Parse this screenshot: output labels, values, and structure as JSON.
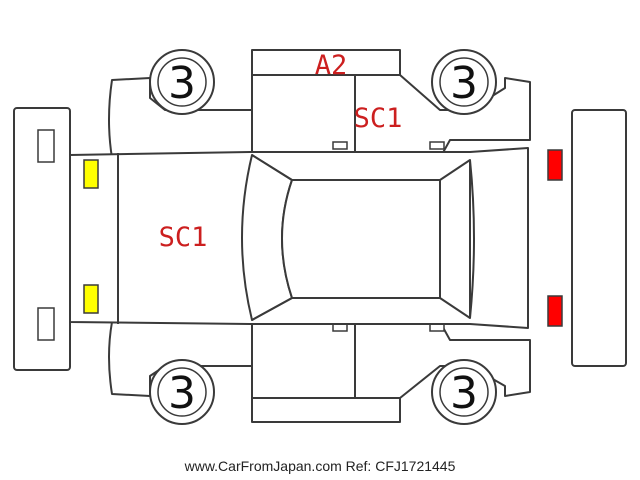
{
  "diagram": {
    "damage_codes": {
      "roof": "A2",
      "right_side": "SC1",
      "hood": "SC1"
    },
    "tire_grades": {
      "front_left": "3",
      "rear_left": "3",
      "front_right": "3",
      "rear_right": "3"
    },
    "colors": {
      "code_text": "#cc1f1f",
      "front_lamps": "#ffff00",
      "rear_lamps": "#ff0000",
      "outline": "#3a3a3a"
    }
  },
  "footer": {
    "text": "www.CarFromJapan.com Ref: CFJ1721445"
  }
}
